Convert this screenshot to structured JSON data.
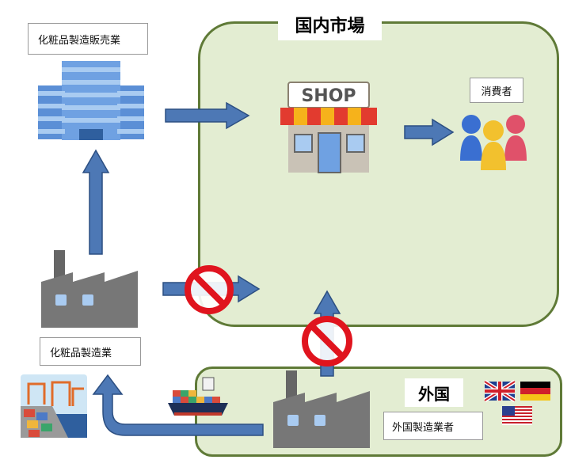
{
  "regions": {
    "domestic": {
      "title": "国内市場"
    },
    "foreign": {
      "title": "外国"
    }
  },
  "labels": {
    "cosmetics_seller": "化粧品製造販売業",
    "cosmetics_maker": "化粧品製造業",
    "consumer": "消費者",
    "foreign_maker": "外国製造業者"
  },
  "shop": {
    "sign_text": "SHOP"
  },
  "flags": [
    "uk-flag",
    "germany-flag",
    "usa-flag"
  ],
  "colors": {
    "region_fill": "#e3edd2",
    "region_border": "#5f7a37",
    "arrow": "#4d78b5",
    "prohibit": "#e0141e"
  }
}
